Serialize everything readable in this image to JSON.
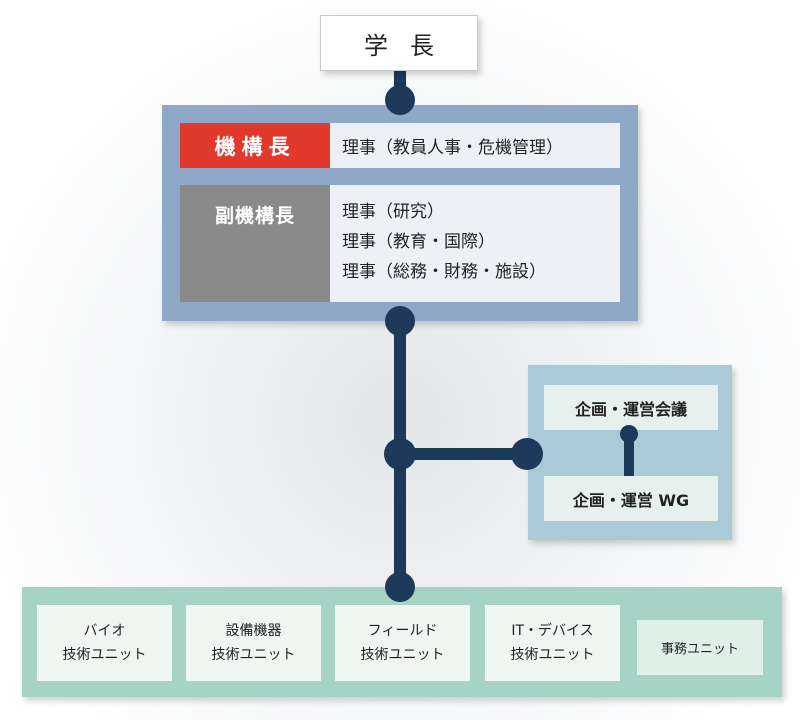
{
  "president": {
    "label": "学長"
  },
  "head": {
    "director": {
      "title": "機構長",
      "desc": "理事（教員人事・危機管理）"
    },
    "vice_director": {
      "title": "副機構長",
      "lines": [
        "理事（研究）",
        "理事（教育・国際）",
        "理事（総務・財務・施設）"
      ]
    }
  },
  "planning": {
    "council": "企画・運営会議",
    "wg": "企画・運営 WG"
  },
  "units": [
    {
      "line1": "バイオ",
      "line2": "技術ユニット"
    },
    {
      "line1": "設備機器",
      "line2": "技術ユニット"
    },
    {
      "line1": "フィールド",
      "line2": "技術ユニット"
    },
    {
      "line1": "IT・デバイス",
      "line2": "技術ユニット"
    }
  ],
  "office_unit": {
    "label": "事務ユニット"
  },
  "colors": {
    "connector": "#1d3a5a",
    "director_red": "#e03a2e",
    "vice_gray": "#8a8a8a",
    "head_panel": "#8fa8c8",
    "planning_panel": "#a9cad6",
    "units_panel": "#a6d3c6"
  }
}
